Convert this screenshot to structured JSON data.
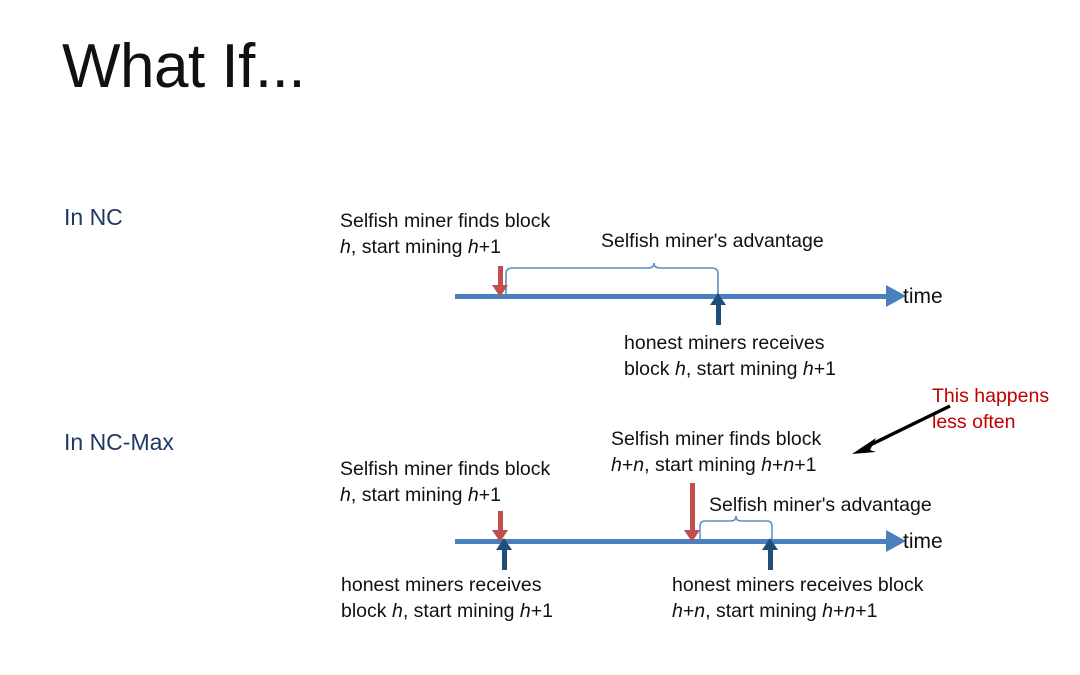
{
  "slide": {
    "title": "What If...",
    "background_color": "#ffffff"
  },
  "colors": {
    "title": "#111111",
    "section_label": "#1f3864",
    "axis": "#4a80bd",
    "selfish_arrow": "#c0504d",
    "honest_arrow": "#1f4e79",
    "note": "#c00000",
    "brace": "#4a80bd",
    "pointer": "#000000"
  },
  "sections": [
    {
      "id": "nc",
      "label": "In NC",
      "axis_title": "time",
      "brace_label": "Selfish miner's advantage",
      "selfish_caption_line1": "Selfish miner finds block",
      "selfish_caption_line2_pre": "h",
      "selfish_caption_line2_mid": ", start mining ",
      "selfish_caption_line2_post": "h",
      "selfish_caption_line2_end": "+1",
      "honest_caption_line1": "honest miners receives",
      "honest_caption_line2_pre": "block ",
      "honest_caption_line2_h1": "h",
      "honest_caption_line2_mid": ", start mining ",
      "honest_caption_line2_h2": "h",
      "honest_caption_line2_end": "+1"
    },
    {
      "id": "nc-max",
      "label": "In NC-Max",
      "axis_title": "time",
      "brace_label": "Selfish miner's advantage",
      "note_line1": "This happens",
      "note_line2": "less often",
      "selfish_first_line1": "Selfish miner finds block",
      "selfish_first_line2_h": "h",
      "selfish_first_line2_mid": ", start mining ",
      "selfish_first_line2_h2": "h",
      "selfish_first_line2_end": "+1",
      "honest_first_line1": "honest miners receives",
      "honest_first_line2_pre": "block ",
      "honest_first_line2_h1": "h",
      "honest_first_line2_mid": ", start mining ",
      "honest_first_line2_h2": "h",
      "honest_first_line2_end": "+1",
      "selfish_second_line1": "Selfish miner finds block",
      "selfish_second_line2_h": "h",
      "selfish_second_line2_plus": "+",
      "selfish_second_line2_n": "n",
      "selfish_second_line2_mid": ", start mining ",
      "selfish_second_line2_h2": "h",
      "selfish_second_line2_plus2": "+",
      "selfish_second_line2_n2": "n",
      "selfish_second_line2_end": "+1",
      "honest_second_line1": "honest miners receives block",
      "honest_second_line2_h": "h",
      "honest_second_line2_plus": "+",
      "honest_second_line2_n": "n",
      "honest_second_line2_mid": ", start mining ",
      "honest_second_line2_h2": "h",
      "honest_second_line2_plus2": "+",
      "honest_second_line2_n2": "n",
      "honest_second_line2_end": "+1"
    }
  ]
}
